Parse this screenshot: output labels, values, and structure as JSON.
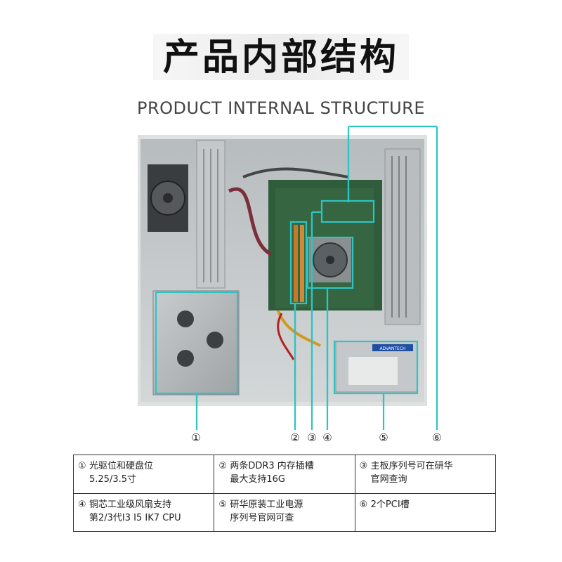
{
  "header": {
    "title": "产品内部结构",
    "subtitle": "PRODUCT INTERNAL STRUCTURE"
  },
  "photo": {
    "highlight_color": "#2ec4c4",
    "brand_label": "ADVANTECH"
  },
  "markers": [
    "①",
    "②",
    "③",
    "④",
    "⑤",
    "⑥"
  ],
  "spec_table": {
    "rows": [
      [
        {
          "marker": "①",
          "lines": [
            "光驱位和硬盘位",
            "5.25/3.5寸"
          ]
        },
        {
          "marker": "②",
          "lines": [
            "两条DDR3 内存插槽",
            "最大支持16G"
          ]
        },
        {
          "marker": "③",
          "lines": [
            "主板序列号可在研华",
            "官网查询"
          ]
        }
      ],
      [
        {
          "marker": "④",
          "lines": [
            "铜芯工业级风扇支持",
            "第2/3代I3 I5 IK7 CPU"
          ]
        },
        {
          "marker": "⑤",
          "lines": [
            "研华原装工业电源",
            "序列号官网可查"
          ]
        },
        {
          "marker": "⑥",
          "lines": [
            "2个PCI槽"
          ]
        }
      ]
    ]
  }
}
